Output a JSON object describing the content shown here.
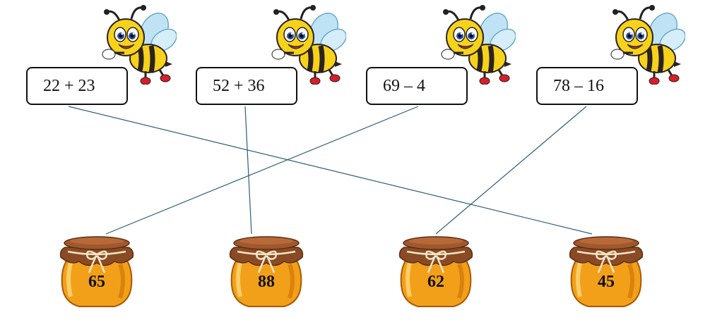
{
  "expressions": [
    {
      "text": "22 + 23"
    },
    {
      "text": "52 + 36"
    },
    {
      "text": "69 – 4"
    },
    {
      "text": "78 – 16"
    }
  ],
  "jars": [
    {
      "label": "65"
    },
    {
      "label": "88"
    },
    {
      "label": "62"
    },
    {
      "label": "45"
    }
  ],
  "connections": [
    {
      "from": "22 + 23",
      "to": "45"
    },
    {
      "from": "52 + 36",
      "to": "88"
    },
    {
      "from": "69 – 4",
      "to": "65"
    },
    {
      "from": "78 – 16",
      "to": "62"
    }
  ],
  "colors": {
    "line": "#2e5d7a",
    "honey": "#f2a019",
    "honey_dark": "#c86e06",
    "cloth": "#8a4a24",
    "cloth_dark": "#5e2f14",
    "bee_yellow": "#f7d21a",
    "bee_stripe": "#2a2222",
    "wing": "#bfe3f5",
    "shoe": "#d81e2a"
  }
}
